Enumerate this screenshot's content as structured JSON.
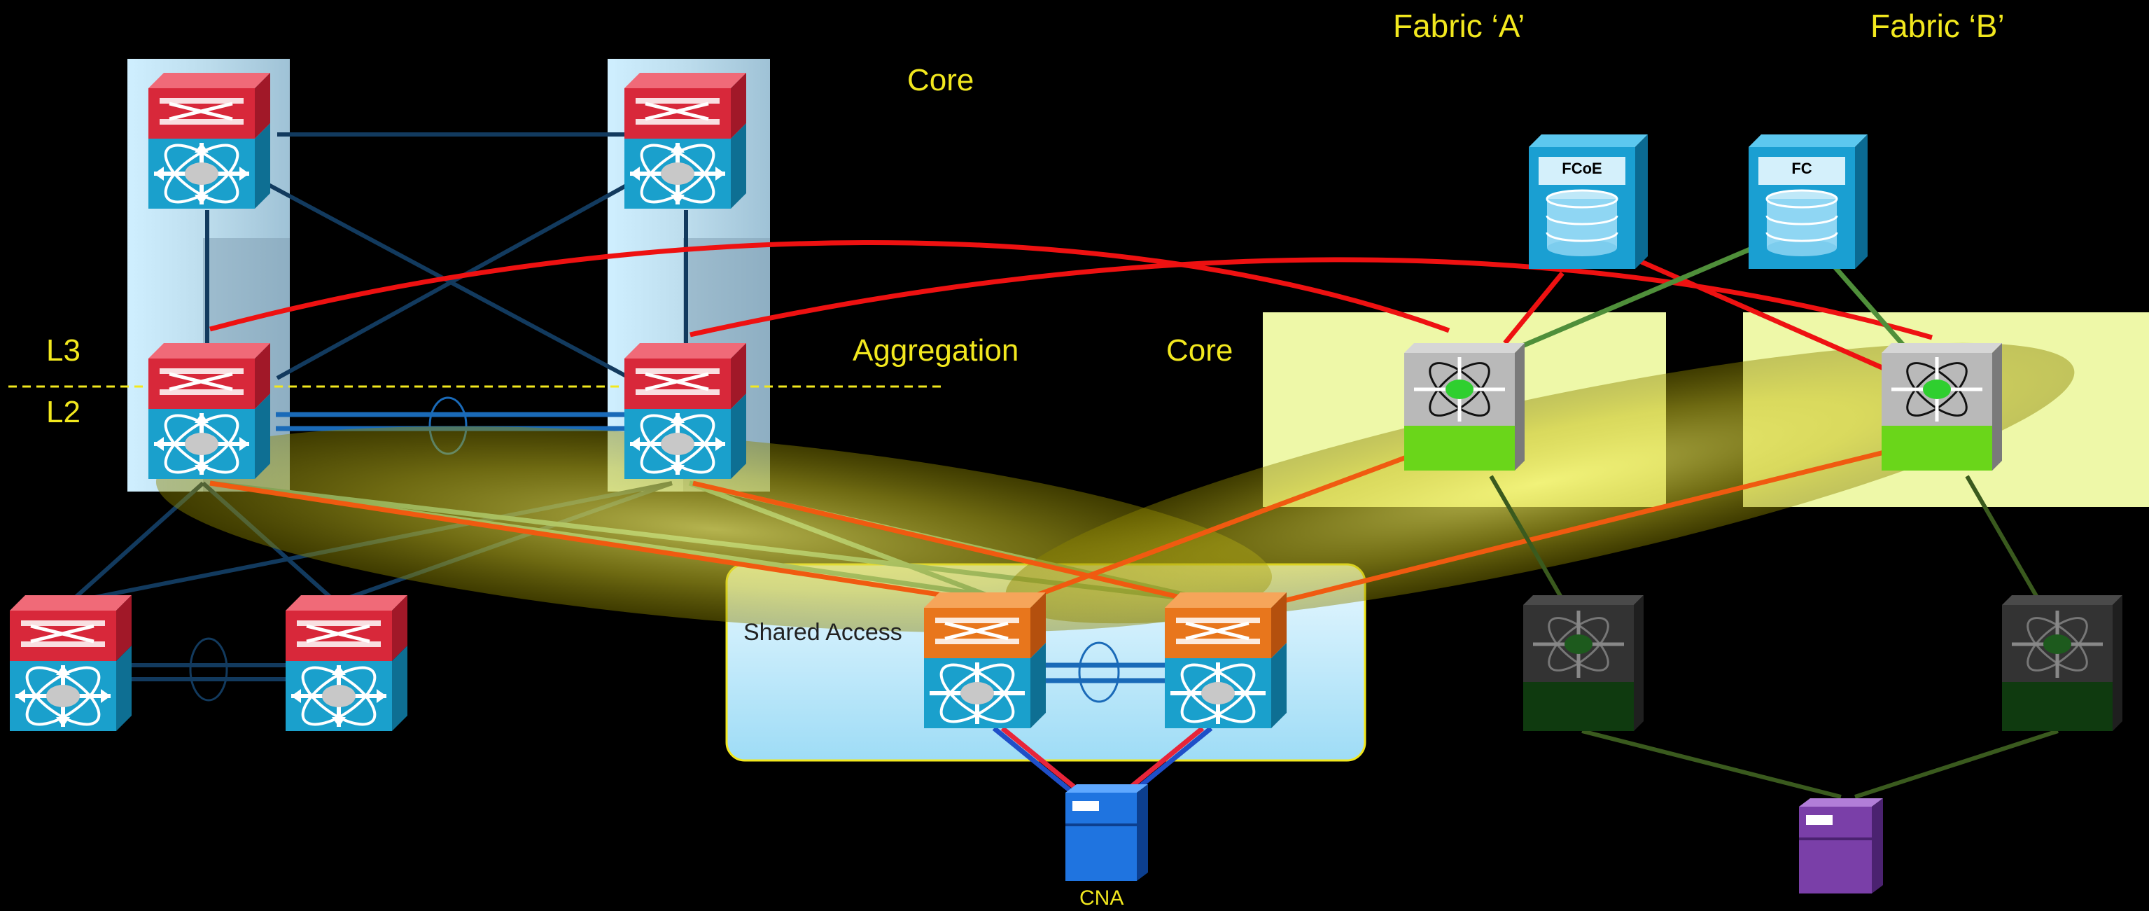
{
  "labels": {
    "core_left": "Core",
    "aggregation": "Aggregation",
    "core_right": "Core",
    "l3": "L3",
    "l2": "L2",
    "fabric_a": "Fabric ‘A’",
    "fabric_b": "Fabric ‘B’",
    "shared_access": "Shared Access",
    "cna": "CNA"
  },
  "storage": [
    {
      "id": "fcoe",
      "label": "FCoE"
    },
    {
      "id": "fc",
      "label": "FC"
    }
  ],
  "colors": {
    "background": "#000000",
    "label_yellow": "#f2e81e",
    "switch_red": "#d8283a",
    "switch_blue": "#1aa0cc",
    "switch_orange": "#e8761c",
    "link_red": "#ee1111",
    "link_orange": "#f05a10",
    "link_green": "#4f8f3a",
    "link_blue": "#1f6fb5",
    "fabric_panel": "#eef8a8",
    "cna_server": "#1f74e0",
    "host_server": "#7a3fa8"
  }
}
